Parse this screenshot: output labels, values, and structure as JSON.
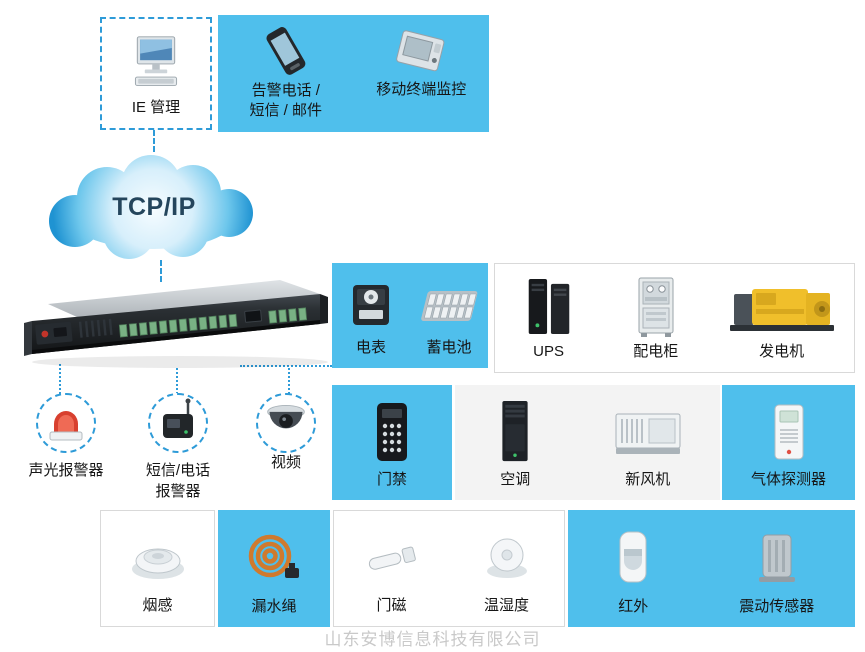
{
  "watermark": "山东安博信息科技有限公司",
  "cloud": {
    "label": "TCP/IP"
  },
  "colors": {
    "box_blue": "#4FBFEC",
    "dashed_blue": "#2E9BD8",
    "box_gray": "#F3F3F3",
    "border_gray": "#D9D9D9",
    "watermark_gray": "#C9C9C9"
  },
  "top": {
    "ie_label": "IE 管理",
    "alarm_line1": "告警电话 /",
    "alarm_line2": "短信 / 邮件",
    "mobile_label": "移动终端监控"
  },
  "power_row": {
    "meter": "电表",
    "battery": "蓄电池",
    "ups": "UPS",
    "cabinet": "配电柜",
    "generator": "发电机"
  },
  "env_row": {
    "access": "门禁",
    "ac": "空调",
    "freshair": "新风机",
    "gas": "气体探测器"
  },
  "alarm_devices": {
    "soundlight": "声光报警器",
    "sms_line1": "短信/电话",
    "sms_line2": "报警器",
    "video": "视频"
  },
  "sensor_row": {
    "smoke": "烟感",
    "leak": "漏水绳",
    "door": "门磁",
    "temphum": "温湿度",
    "infrared": "红外",
    "vibration": "震动传感器"
  }
}
